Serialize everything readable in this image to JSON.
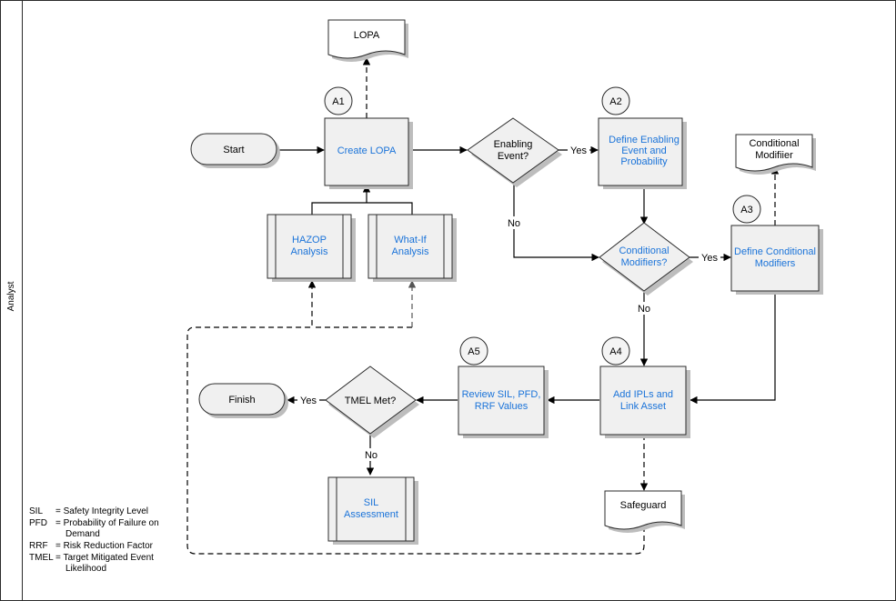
{
  "lane": {
    "label": "Analyst"
  },
  "nodes": {
    "start": "Start",
    "finish": "Finish",
    "create_lopa": "Create LOPA",
    "lopa_doc": "LOPA",
    "hazop": [
      "HAZOP",
      "Analysis"
    ],
    "whatif": [
      "What-If",
      "Analysis"
    ],
    "enabling_event": [
      "Enabling",
      "Event?"
    ],
    "define_enabling": [
      "Define Enabling",
      "Event and",
      "Probability"
    ],
    "conditional_modifiers": [
      "Conditional",
      "Modifiers?"
    ],
    "define_conditional": [
      "Define Conditional",
      "Modifiers"
    ],
    "conditional_doc": [
      "Conditional",
      "Modifiier"
    ],
    "add_ipls": [
      "Add IPLs and",
      "Link Asset"
    ],
    "review_sil": [
      "Review SIL, PFD,",
      "RRF Values"
    ],
    "tmel_met": "TMEL Met?",
    "sil_assessment": [
      "SIL",
      "Assessment"
    ],
    "safeguard_doc": "Safeguard"
  },
  "step_labels": {
    "a1": "A1",
    "a2": "A2",
    "a3": "A3",
    "a4": "A4",
    "a5": "A5"
  },
  "edge_labels": {
    "yes": "Yes",
    "no": "No"
  },
  "legend": [
    {
      "abbr": "SIL",
      "lines": [
        "= Safety Integrity Level"
      ]
    },
    {
      "abbr": "PFD",
      "lines": [
        "= Probability of Failure on",
        "Demand"
      ]
    },
    {
      "abbr": "RRF",
      "lines": [
        "= Risk Reduction Factor"
      ]
    },
    {
      "abbr": "TMEL",
      "lines": [
        "= Target Mitigated Event",
        "Likelihood"
      ]
    }
  ],
  "colors": {
    "link_text": "#1a73d9",
    "shape_fill": "#f0f0f0",
    "shadow": "#bdbdbd"
  }
}
